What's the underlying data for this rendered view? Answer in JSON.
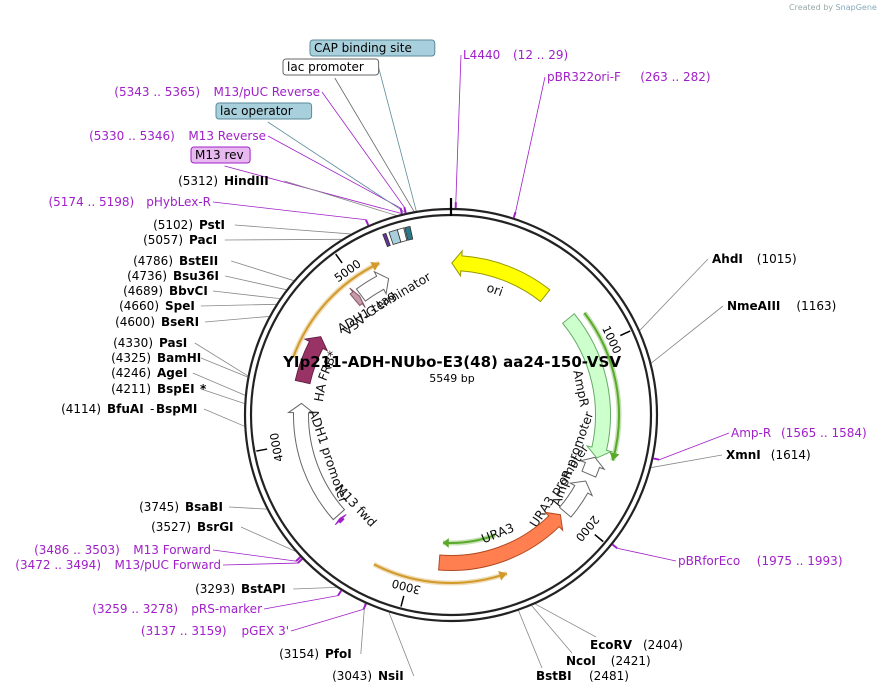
{
  "credit": {
    "text": "Created by",
    "brand": "SnapGene"
  },
  "plasmid": {
    "name": "YIp211-ADH-NUbo-E3(48) aa24-150-VSV",
    "length": "5549 bp",
    "total_bp": 5549
  },
  "ticks": [
    {
      "bp": 1000,
      "label": "1000"
    },
    {
      "bp": 2000,
      "label": "2000"
    },
    {
      "bp": 3000,
      "label": "3000"
    },
    {
      "bp": 4000,
      "label": "4000"
    },
    {
      "bp": 5000,
      "label": "5000"
    }
  ],
  "boxed_labels": [
    {
      "text": "CAP binding site",
      "fill": "#a8d0dc",
      "stroke": "#5a8a9a",
      "bp": 5400
    },
    {
      "text": "lac promoter",
      "fill": "#ffffff",
      "stroke": "#666666",
      "bp": 5390
    },
    {
      "text": "lac operator",
      "fill": "#a8d0dc",
      "stroke": "#5a8a9a",
      "bp": 5355
    },
    {
      "text": "M13 rev",
      "fill": "#e8b8f0",
      "stroke": "#a020c8",
      "bp": 5340
    }
  ],
  "primers_right": [
    {
      "name": "L4440",
      "pos": "(12 .. 29)",
      "bp": 20
    },
    {
      "name": "pBR322ori-F",
      "pos": "(263 .. 282)",
      "bp": 272
    },
    {
      "name": "Amp-R",
      "pos": "(1565 .. 1584)",
      "bp": 1574
    },
    {
      "name": "pBRforEco",
      "pos": "(1975 .. 1993)",
      "bp": 1984
    }
  ],
  "primers_left": [
    {
      "pos": "(5343 .. 5365)",
      "name": "M13/pUC Reverse",
      "bp": 5354
    },
    {
      "pos": "(5330 .. 5346)",
      "name": "M13 Reverse",
      "bp": 5338
    },
    {
      "pos": "(5174 .. 5198)",
      "name": "pHybLex-R",
      "bp": 5186
    },
    {
      "pos": "(3486 .. 3503)",
      "name": "M13 Forward",
      "bp": 3494
    },
    {
      "pos": "(3472 .. 3494)",
      "name": "M13/pUC Forward",
      "bp": 3483
    },
    {
      "pos": "(3259 .. 3278)",
      "name": "pRS-marker",
      "bp": 3268
    },
    {
      "pos": "(3137 .. 3159)",
      "name": "pGEX 3'",
      "bp": 3148
    }
  ],
  "sites_right": [
    {
      "name": "AhdI",
      "pos": "(1015)",
      "bp": 1015
    },
    {
      "name": "NmeAIII",
      "pos": "(1163)",
      "bp": 1163
    },
    {
      "name": "XmnI",
      "pos": "(1614)",
      "bp": 1614
    }
  ],
  "sites_bottom": [
    {
      "name": "EcoRV",
      "pos": "(2404)",
      "bp": 2404
    },
    {
      "name": "NcoI",
      "pos": "(2421)",
      "bp": 2421
    },
    {
      "name": "BstBI",
      "pos": "(2481)",
      "bp": 2481
    }
  ],
  "sites_left": [
    {
      "pos": "(5312)",
      "name": "HindIII",
      "bp": 5312
    },
    {
      "pos": "(5102)",
      "name": "PstI",
      "bp": 5102
    },
    {
      "pos": "(5057)",
      "name": "PacI",
      "bp": 5057
    },
    {
      "pos": "(4786)",
      "name": "BstEII",
      "bp": 4786
    },
    {
      "pos": "(4736)",
      "name": "Bsu36I",
      "bp": 4736
    },
    {
      "pos": "(4689)",
      "name": "BbvCI",
      "bp": 4689
    },
    {
      "pos": "(4660)",
      "name": "SpeI",
      "bp": 4660
    },
    {
      "pos": "(4600)",
      "name": "BseRI",
      "bp": 4600
    },
    {
      "pos": "(4330)",
      "name": "PasI",
      "bp": 4330
    },
    {
      "pos": "(4325)",
      "name": "BamHI",
      "bp": 4325
    },
    {
      "pos": "(4246)",
      "name": "AgeI",
      "bp": 4246
    },
    {
      "pos": "(4211)",
      "name": "BspEI",
      "suffix": "*",
      "bp": 4211
    },
    {
      "pos": "(4114)",
      "name": "BfuAI",
      "extra": "BspMI",
      "bp": 4114
    },
    {
      "pos": "(3745)",
      "name": "BsaBI",
      "bp": 3745
    },
    {
      "pos": "(3527)",
      "name": "BsrGI",
      "bp": 3527
    },
    {
      "pos": "(3293)",
      "name": "BstAPI",
      "bp": 3293
    },
    {
      "pos": "(3154)",
      "name": "PfoI",
      "bp": 3154
    },
    {
      "pos": "(3043)",
      "name": "NsiI",
      "bp": 3043
    }
  ],
  "features": [
    {
      "name": "ori",
      "color": "#ffff00",
      "stroke": "#999900",
      "start": 5,
      "end": 590,
      "dir": "rev"
    },
    {
      "name": "AmpR",
      "color": "#ccffcc",
      "stroke": "#66aa66",
      "start": 780,
      "end": 1640,
      "dir": "fwd"
    },
    {
      "name": "AmpR promoter",
      "color": "#ffffff",
      "stroke": "#666666",
      "start": 1640,
      "end": 1745,
      "dir": "rev"
    },
    {
      "name": "URA3 promoter",
      "color": "#ffffff",
      "stroke": "#666666",
      "start": 1790,
      "end": 2010,
      "dir": "rev"
    },
    {
      "name": "URA3",
      "color": "#ff7f50",
      "stroke": "#b04a20",
      "start": 2040,
      "end": 2845,
      "dir": "rev"
    },
    {
      "name": "M13 fwd",
      "color": "#a020c8",
      "stroke": "#a020c8",
      "start": 3480,
      "end": 3500,
      "dir": "fwd"
    },
    {
      "name": "ADH1 promoter",
      "color": "#ffffff",
      "stroke": "#666666",
      "start": 3520,
      "end": 4230,
      "dir": "fwd"
    },
    {
      "name": "FRB*",
      "color": "#993366",
      "stroke": "#662244",
      "start": 4355,
      "end": 4640,
      "dir": "fwd"
    },
    {
      "name": "HA",
      "color": "#ffffff",
      "stroke": "#ffffff",
      "start": 4270,
      "end": 4350,
      "dir": "fwd"
    },
    {
      "name": "VSV-G tag",
      "color": "#c49aa8",
      "stroke": "#885566",
      "start": 4935,
      "end": 4970,
      "dir": "fwd"
    },
    {
      "name": "ADH1 terminator",
      "color": "#ffffff",
      "stroke": "#666666",
      "start": 4980,
      "end": 5170,
      "dir": "fwd"
    }
  ],
  "small_features": [
    {
      "color": "#663399",
      "start": 5230,
      "end": 5245
    },
    {
      "color": "#a8d0dc",
      "start": 5260,
      "end": 5300
    },
    {
      "color": "#ffffff",
      "start": 5300,
      "end": 5330
    },
    {
      "color": "#2a7a8a",
      "start": 5335,
      "end": 5360
    }
  ],
  "inner_arcs": [
    {
      "color": "#d29a2a",
      "start": 4470,
      "end": 5160,
      "dir": "fwd",
      "r": 168
    },
    {
      "color": "#d29a2a",
      "start": 2475,
      "end": 3195,
      "dir": "rev",
      "r": 168
    },
    {
      "color": "#5aaa2a",
      "start": 2465,
      "end": 2830,
      "dir": "fwd",
      "r": 128
    },
    {
      "color": "#5aaa2a",
      "start": 810,
      "end": 1630,
      "dir": "fwd",
      "r": 168
    }
  ]
}
